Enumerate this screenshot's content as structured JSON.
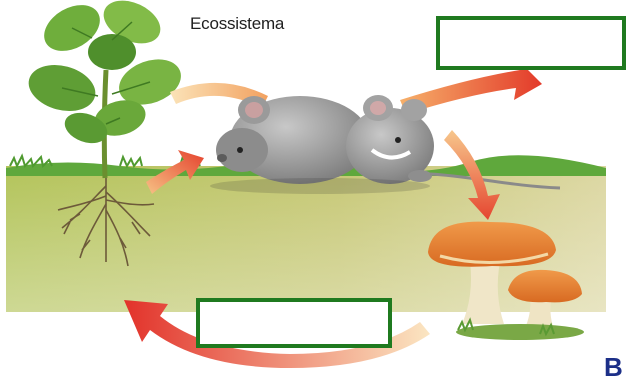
{
  "diagram": {
    "title": "Ecossistema",
    "panel_label": "B",
    "answer_box_top": "",
    "answer_box_bottom": ""
  },
  "nodes": [
    {
      "name": "plant",
      "icon": "plant-icon"
    },
    {
      "name": "mice",
      "icon": "mouse-icon"
    },
    {
      "name": "mushrooms",
      "icon": "mushroom-icon"
    }
  ],
  "colors": {
    "box_border": "#1f7a1f",
    "arrow_red": "#e0302a",
    "arrow_light": "#f7d39a",
    "soil": "#aabc52",
    "grass": "#5aa83a",
    "label_b": "#1c2f88"
  }
}
